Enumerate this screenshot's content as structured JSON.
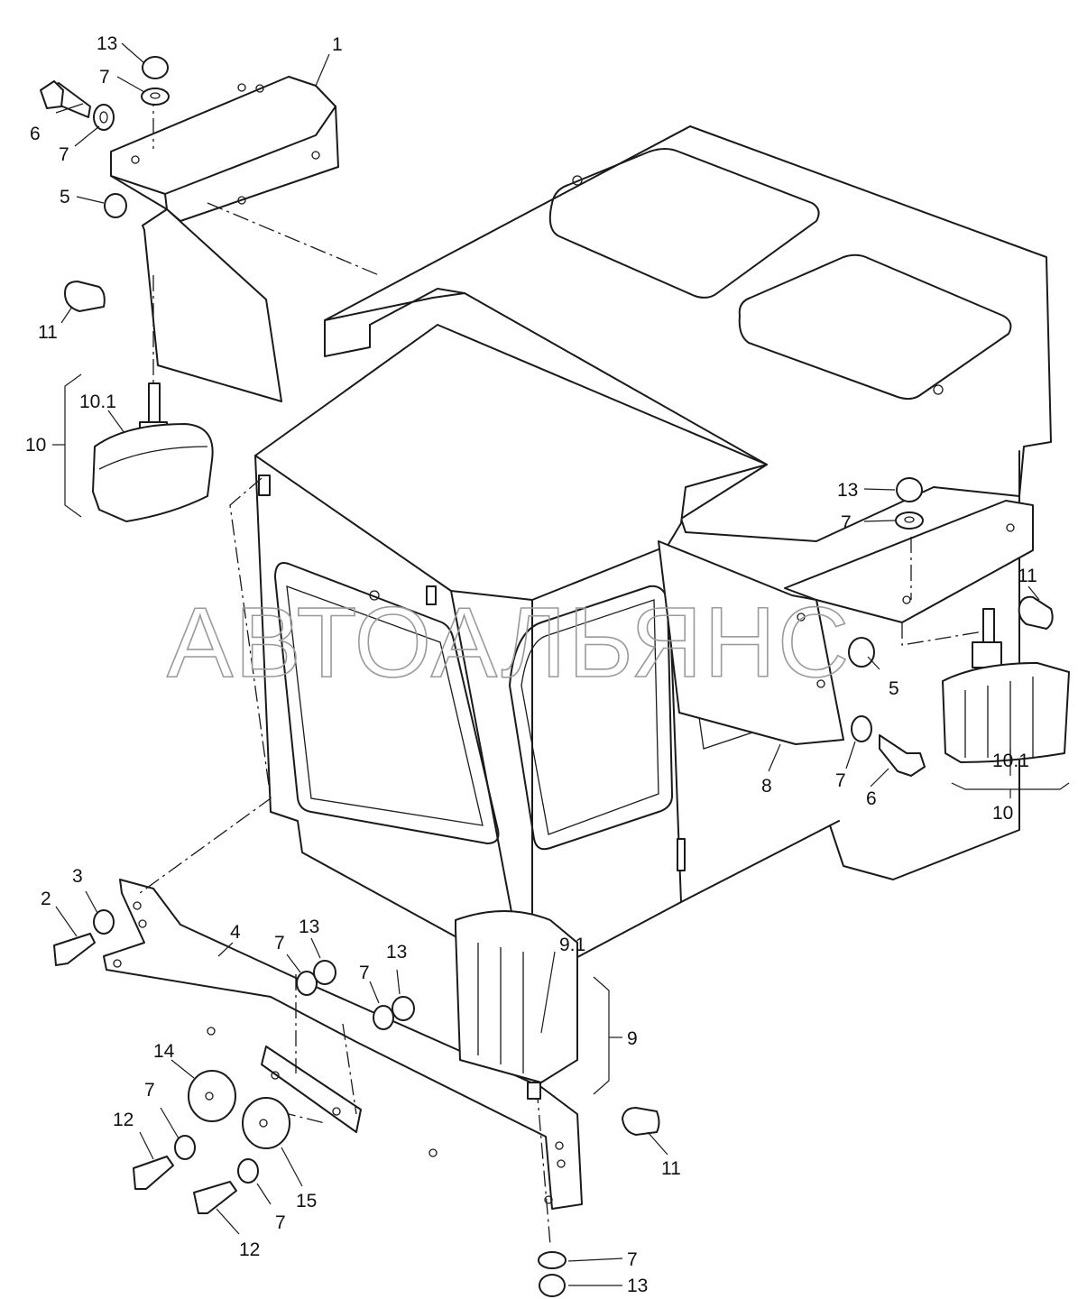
{
  "watermark": "АВТОАЛЬЯНС",
  "callouts": {
    "c1": "1",
    "c2": "2",
    "c3": "3",
    "c4": "4",
    "c5a": "5",
    "c5b": "5",
    "c6a": "6",
    "c6b": "6",
    "c7a": "7",
    "c7b": "7",
    "c7c": "7",
    "c7d": "7",
    "c7e": "7",
    "c7f": "7",
    "c7g": "7",
    "c7h": "7",
    "c7i": "7",
    "c8": "8",
    "c9": "9",
    "c91": "9.1",
    "c10a": "10",
    "c10b": "10",
    "c101a": "10.1",
    "c101b": "10.1",
    "c11a": "11",
    "c11b": "11",
    "c11c": "11",
    "c12a": "12",
    "c12b": "12",
    "c13a": "13",
    "c13b": "13",
    "c13c": "13",
    "c13d": "13",
    "c13e": "13",
    "c14": "14",
    "c15": "15"
  }
}
